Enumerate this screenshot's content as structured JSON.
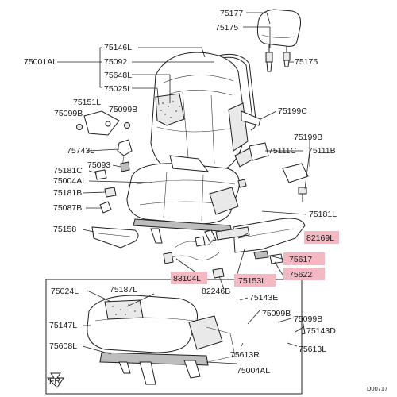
{
  "labels": {
    "p75177": "75177",
    "p75175_top": "75175",
    "p75175_right": "75175",
    "p75146L": "75146L",
    "p75001AL": "75001AL",
    "p75092": "75092",
    "p75648L": "75648L",
    "p75025L": "75025L",
    "p75151L": "75151L",
    "p75099B_a": "75099B",
    "p75099B_b": "75099B",
    "p75199C": "75199C",
    "p75199B": "75199B",
    "p75111C": "75111C",
    "p75111B": "75111B",
    "p75743L": "75743L",
    "p75093": "75093",
    "p75181C": "75181C",
    "p75004AL_top": "75004AL",
    "p75181B": "75181B",
    "p75087B": "75087B",
    "p75181L": "75181L",
    "p75158": "75158",
    "p82169L": "82169L",
    "p75617": "75617",
    "p83104L": "83104L",
    "p75622": "75622",
    "p75153L": "75153L",
    "p82246B": "82246B",
    "p75143E": "75143E",
    "p75099B_c": "75099B",
    "p75099B_d": "75099B",
    "p75143D": "75143D",
    "p75613R": "75613R",
    "p75613L": "75613L",
    "p75024L": "75024L",
    "p75187L": "75187L",
    "p75147L": "75147L",
    "p75608L": "75608L",
    "p75004AL_bottom": "75004AL",
    "fr": "FR",
    "diagram_code": "D00717"
  },
  "highlight_color": "#f4b8c2"
}
